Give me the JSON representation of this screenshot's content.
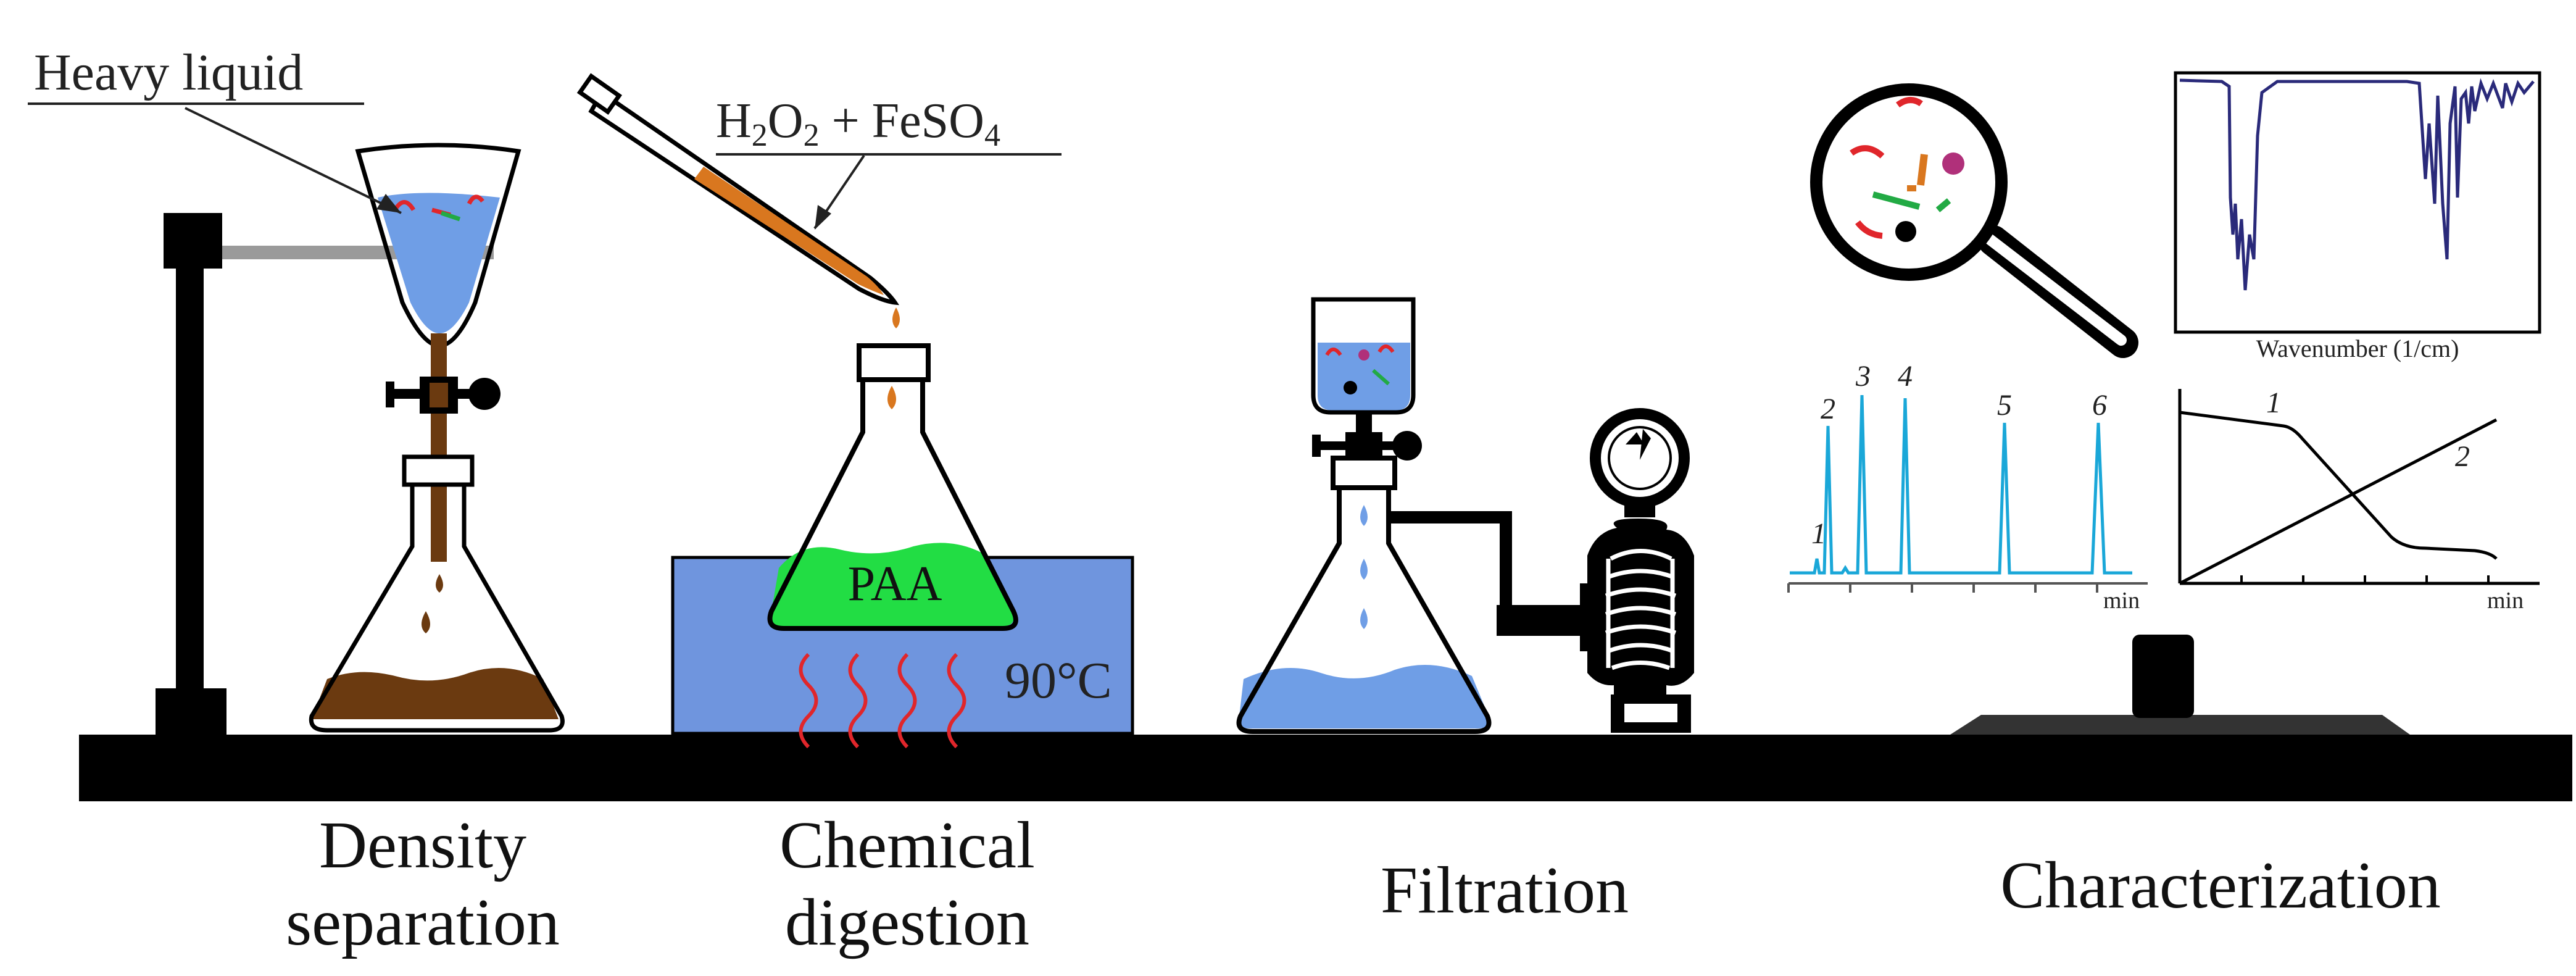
{
  "labels": {
    "heavy_liquid": "Heavy liquid",
    "reagent_h2o2": "H",
    "reagent_sub2": "2",
    "reagent_o": "O",
    "reagent_sub2b": "2",
    "reagent_plus": " + FeSO",
    "reagent_sub4": "4",
    "paa": "PAA",
    "temperature": "90°C"
  },
  "steps": [
    {
      "line1": "Density",
      "line2": "separation"
    },
    {
      "line1": "Chemical",
      "line2": "digestion"
    },
    {
      "line1": "Filtration",
      "line2": ""
    },
    {
      "line1": "Characterization",
      "line2": ""
    }
  ],
  "spectrum": {
    "xlabel": "Wavenumber (1/cm)"
  },
  "chromatogram": {
    "peak_labels": [
      "1",
      "2",
      "3",
      "4",
      "5",
      "6"
    ],
    "xlabel": "min"
  },
  "thermogram": {
    "curve_labels": [
      "1",
      "2"
    ],
    "xlabel": "min"
  },
  "colors": {
    "black": "#000000",
    "sediment": "#6b3a10",
    "liquid_blue": "#6f9ee6",
    "bath_blue": "#6f95de",
    "paa_green": "#22dd44",
    "reagent_orange": "#d9771f",
    "chromatogram": "#1aa7d8",
    "spectrum": "#2a2a7a",
    "heat_red": "#e0262b",
    "stand_gray": "#9a9a9a"
  }
}
